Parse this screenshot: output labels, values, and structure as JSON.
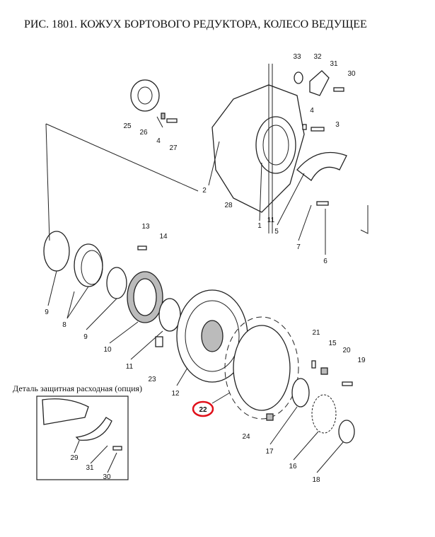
{
  "title": "РИС. 1801. КОЖУХ БОРТОВОГО РЕДУКТОРА, КОЛЕСО ВЕДУЩЕЕ",
  "highlight_color": "#e0101a",
  "highlighted_part": "22",
  "callouts": [
    "33",
    "32",
    "31",
    "30",
    "25",
    "26",
    "4",
    "27",
    "4",
    "3",
    "2",
    "28",
    "1",
    "11",
    "5",
    "7",
    "6",
    "13",
    "14",
    "9",
    "8",
    "9",
    "10",
    "11",
    "23",
    "12",
    "22",
    "24",
    "17",
    "16",
    "18",
    "21",
    "15",
    "20",
    "19"
  ],
  "inset": {
    "caption": "Деталь защитная расходная (опция)",
    "callouts": [
      "29",
      "31",
      "30"
    ]
  }
}
